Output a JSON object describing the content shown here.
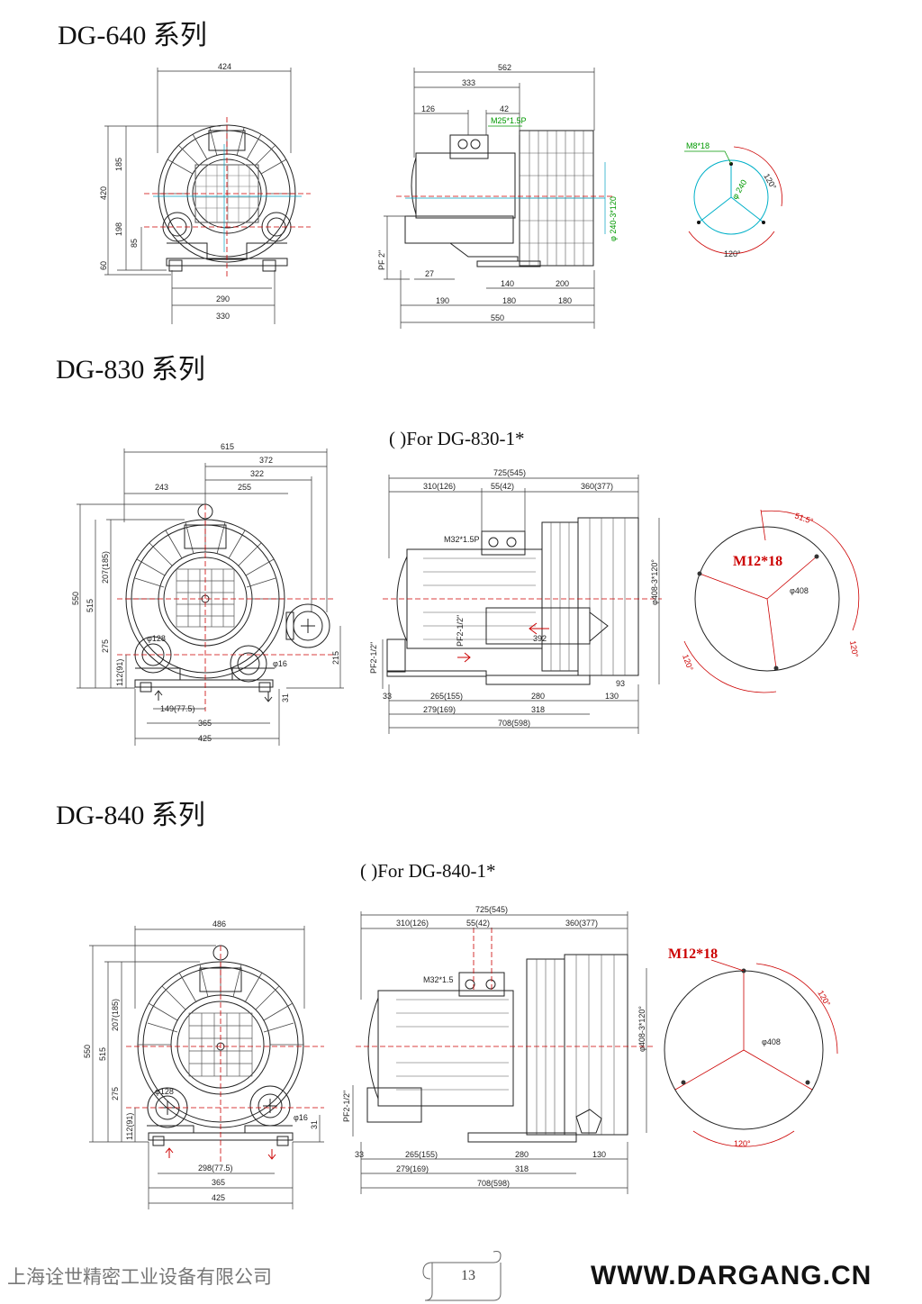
{
  "sections": [
    {
      "title": "DG-640 系列"
    },
    {
      "title": "DG-830 系列",
      "subtitle": "( )For DG-830-1*"
    },
    {
      "title": "DG-840 系列",
      "subtitle": "( )For DG-840-1*"
    }
  ],
  "dg640": {
    "front": {
      "w424": "424",
      "h185": "185",
      "h420": "420",
      "h198": "198",
      "h85": "85",
      "h60": "60",
      "w290": "290",
      "w330": "330"
    },
    "side": {
      "w562": "562",
      "w333": "333",
      "w126": "126",
      "w42": "42",
      "m25": "M25*1.5P",
      "pf2": "PF 2\"",
      "w27": "27",
      "w140": "140",
      "w200": "200",
      "w190": "190",
      "w180a": "180",
      "w180b": "180",
      "w550": "550",
      "phi240": "φ 240-3*120"
    },
    "flange": {
      "m8": "M8*18",
      "a120a": "120°",
      "a120b": "120°",
      "phi240": "φ 240"
    }
  },
  "dg830": {
    "front": {
      "w615": "615",
      "w372": "372",
      "w322": "322",
      "w243": "243",
      "w255": "255",
      "h207": "207(185)",
      "h550": "550",
      "h515": "515",
      "h275": "275",
      "h112": "112(91)",
      "h215": "215",
      "d128": "φ128",
      "d16": "φ16",
      "h31": "31",
      "w149": "149(77.5)",
      "w365": "365",
      "w425": "425"
    },
    "side": {
      "w725": "725(545)",
      "w310": "310(126)",
      "w55": "55(42)",
      "w360": "360(377)",
      "m32": "M32*1.5P",
      "pf2": "PF2-1/2\"",
      "w392": "392",
      "phi408": "φ408-3*120°",
      "w33": "33",
      "w265": "265(155)",
      "w280": "280",
      "w130": "130",
      "w93": "93",
      "w279": "279(169)",
      "w318": "318",
      "w708": "708(598)"
    },
    "flange": {
      "m12": "M12*18",
      "a515": "51.5°",
      "d408": "φ408",
      "a120a": "120°",
      "a120b": "120°"
    }
  },
  "dg840": {
    "front": {
      "w486": "486",
      "h207": "207(185)",
      "h550": "550",
      "h515": "515",
      "h275": "275",
      "h112": "112(91)",
      "d128": "φ128",
      "d16": "φ16",
      "h31": "31",
      "w298": "298(77.5)",
      "w365": "365",
      "w425": "425"
    },
    "side": {
      "w725": "725(545)",
      "w310": "310(126)",
      "w55": "55(42)",
      "w360": "360(377)",
      "m32": "M32*1.5",
      "pf2": "PF2-1/2\"",
      "phi408": "φ408-3*120°",
      "w33": "33",
      "w265": "265(155)",
      "w280": "280",
      "w130": "130",
      "w279": "279(169)",
      "w318": "318",
      "w708": "708(598)"
    },
    "flange": {
      "m12": "M12*18",
      "a120a": "120°",
      "a120b": "120°",
      "d408": "φ408"
    }
  },
  "footer": {
    "company": "上海诠世精密工业设备有限公司",
    "page": "13",
    "website": "WWW.DARGANG.CN"
  }
}
